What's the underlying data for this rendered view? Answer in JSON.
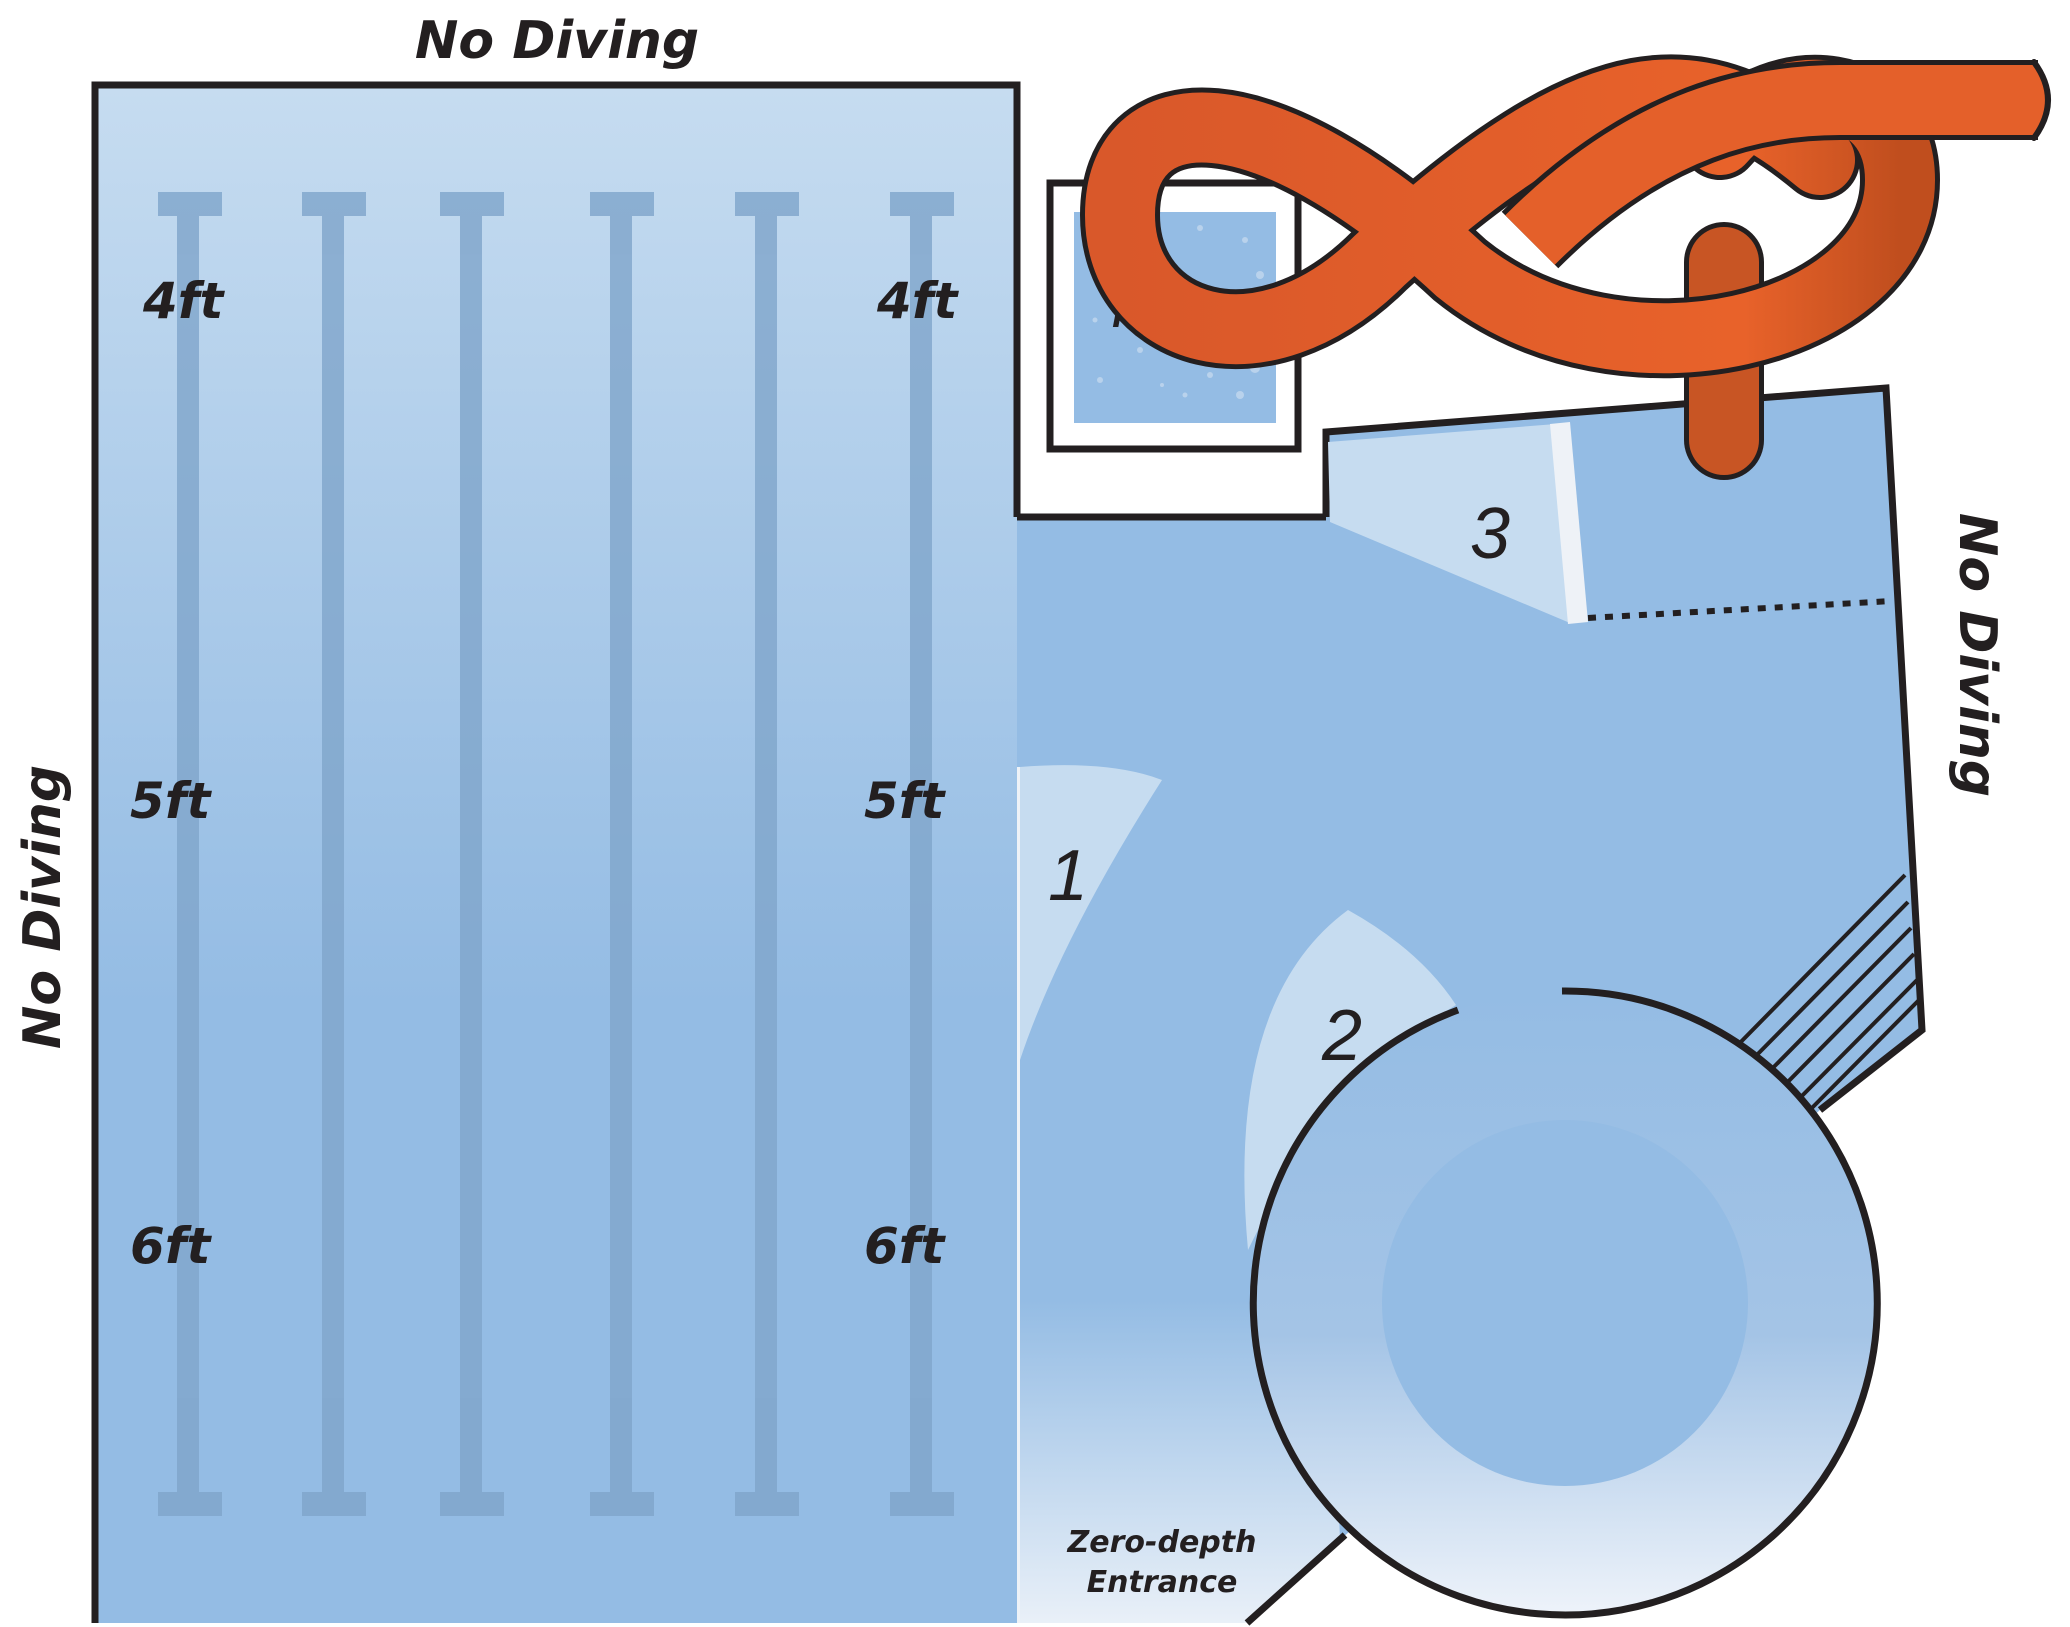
{
  "title": "",
  "colors": {
    "water": "#94bce4",
    "water_light": "#c6dcf0",
    "lane": "#7fa5cb",
    "outline": "#231f20",
    "slide_dark": "#c04e1e",
    "slide_light": "#e8622a",
    "wall_strip": "#eef2f7"
  },
  "signs": {
    "no_diving_top": "No Diving",
    "no_diving_left": "No Diving",
    "no_diving_right": "No Diving"
  },
  "depth_markers": {
    "left": [
      "4ft",
      "5ft",
      "6ft"
    ],
    "right": [
      "4ft",
      "5ft",
      "6ft"
    ]
  },
  "hot_tub": {
    "label": "Hot Tub"
  },
  "zero_depth": {
    "line1": "Zero-depth",
    "line2": "Entrance"
  },
  "slide_landings": [
    "1",
    "2",
    "3"
  ],
  "lanes": {
    "count": 6
  },
  "slide": {
    "icon": "water-slide-icon"
  }
}
